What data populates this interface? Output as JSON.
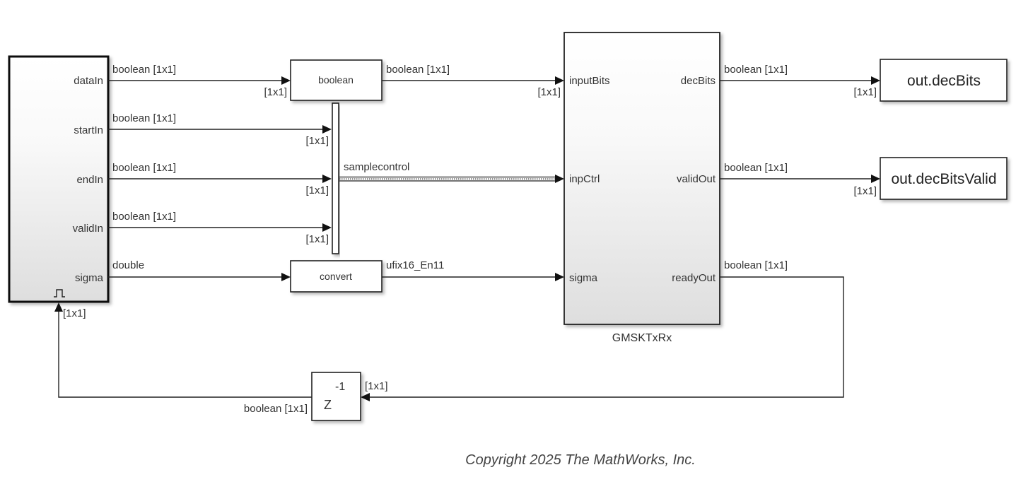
{
  "diagram": {
    "source_block": {
      "ports": [
        "dataIn",
        "startIn",
        "endIn",
        "validIn",
        "sigma"
      ],
      "trigger_icon": "pulse-trigger-icon",
      "trigger_dim": "[1x1]"
    },
    "signals": {
      "dataIn": "boolean [1x1]",
      "startIn": "boolean [1x1]",
      "endIn": "boolean [1x1]",
      "validIn": "boolean [1x1]",
      "sigma": "double",
      "boolean_out": "boolean [1x1]",
      "bus": "samplecontrol",
      "convert_out": "ufix16_En11",
      "decBits": "boolean [1x1]",
      "validOut": "boolean [1x1]",
      "readyOut": "boolean [1x1]",
      "delay_out": "boolean [1x1]"
    },
    "dims": {
      "boolean_in": "[1x1]",
      "mux_in1": "[1x1]",
      "mux_in2": "[1x1]",
      "mux_in3": "[1x1]",
      "inputBits_in": "[1x1]",
      "decBits_out": "[1x1]",
      "validOut_out": "[1x1]",
      "delay_in": "[1x1]"
    },
    "boolean_block": {
      "label": "boolean"
    },
    "convert_block": {
      "label": "convert"
    },
    "delay_block": {
      "base": "Z",
      "exponent": "-1"
    },
    "subsystem": {
      "name": "GMSKTxRx",
      "inputs": [
        "inputBits",
        "inpCtrl",
        "sigma"
      ],
      "outputs": [
        "decBits",
        "validOut",
        "readyOut"
      ]
    },
    "outputs": [
      "out.decBits",
      "out.decBitsValid"
    ],
    "copyright": "Copyright 2025 The MathWorks, Inc."
  }
}
